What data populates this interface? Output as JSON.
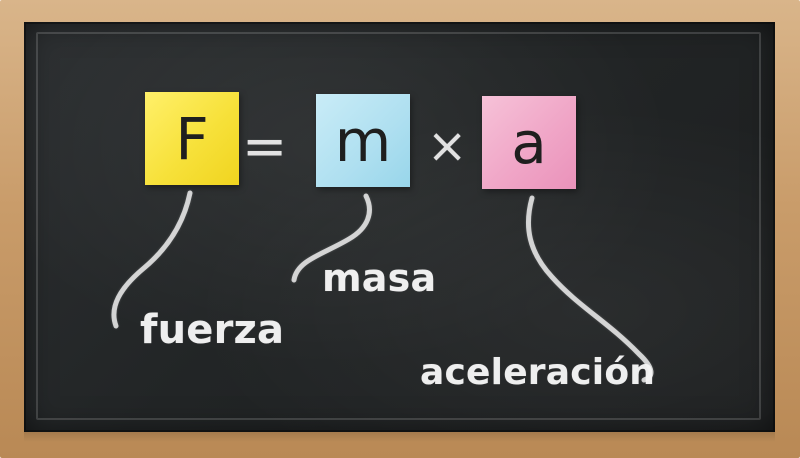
{
  "equation": {
    "force_symbol": "F",
    "equals_symbol": "=",
    "mass_symbol": "m",
    "times_symbol": "×",
    "acceleration_symbol": "a"
  },
  "labels": {
    "force": "fuerza",
    "mass": "masa",
    "acceleration": "aceleración"
  },
  "colors": {
    "board": "#222526",
    "frame": "#c99c6a",
    "note_force": "#f7e13a",
    "note_mass": "#aedff0",
    "note_acceleration": "#f0a6c7",
    "chalk": "#ebebeb"
  }
}
